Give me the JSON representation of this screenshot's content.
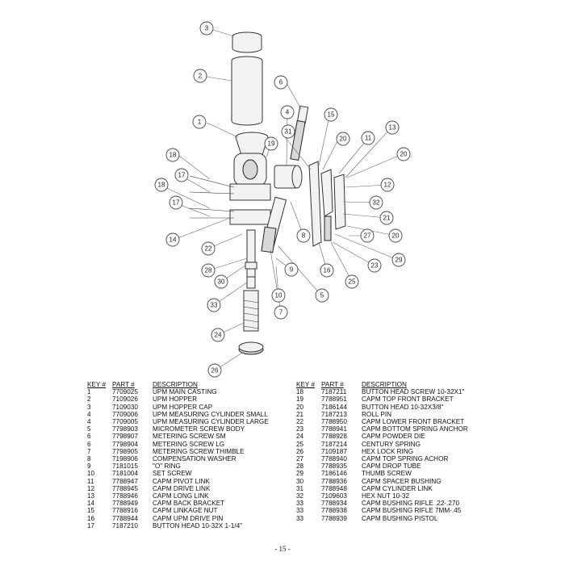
{
  "table_headers": {
    "key": "KEY #",
    "part": "PART #",
    "description": "DESCRIPTION"
  },
  "parts_left": [
    {
      "key": "1",
      "part": "7709025",
      "description": "UPM MAIN CASTING"
    },
    {
      "key": "2",
      "part": "7109026",
      "description": "UPM HOPPER"
    },
    {
      "key": "3",
      "part": "7109030",
      "description": "UPM HOPPER CAP"
    },
    {
      "key": "4",
      "part": "7709006",
      "description": "UPM MEASURING CYLINDER SMALL"
    },
    {
      "key": "4",
      "part": "7709005",
      "description": "UPM MEASURING CYLINDER LARGE"
    },
    {
      "key": "5",
      "part": "7798903",
      "description": "MICROMETER SCREW BODY"
    },
    {
      "key": "6",
      "part": "7798907",
      "description": "METERING SCREW SM"
    },
    {
      "key": "6",
      "part": "7798904",
      "description": "METERING SCREW LG"
    },
    {
      "key": "7",
      "part": "7798905",
      "description": "METERING SCREW THIMBLE"
    },
    {
      "key": "8",
      "part": "7198906",
      "description": "COMPENSATION WASHER"
    },
    {
      "key": "9",
      "part": "7181015",
      "description": "\"O\" RING"
    },
    {
      "key": "10",
      "part": "7181004",
      "description": "SET SCREW"
    },
    {
      "key": "11",
      "part": "7788947",
      "description": "CAPM PIVOT LINK"
    },
    {
      "key": "12",
      "part": "7788945",
      "description": "CAPM DRIVE LINK"
    },
    {
      "key": "13",
      "part": "7788946",
      "description": "CAPM LONG LINK"
    },
    {
      "key": "14",
      "part": "7788949",
      "description": "CAPM BACK BRACKET"
    },
    {
      "key": "15",
      "part": "7788916",
      "description": "CAPM LINKAGE NUT"
    },
    {
      "key": "16",
      "part": "7788944",
      "description": "CAPM UPM DRIVE PIN"
    },
    {
      "key": "17",
      "part": "7187210",
      "description": "BUTTON HEAD 10-32X 1-1/4\""
    }
  ],
  "parts_right": [
    {
      "key": "18",
      "part": "7187211",
      "description": "BUTTON HEAD SCREW 10-32X1\""
    },
    {
      "key": "19",
      "part": "7788951",
      "description": "CAPM TOP FRONT BRACKET"
    },
    {
      "key": "20",
      "part": "7186144",
      "description": "BUTTON HEAD 10-32X3/8\""
    },
    {
      "key": "21",
      "part": "7187213",
      "description": "ROLL PIN"
    },
    {
      "key": "22",
      "part": "7788950",
      "description": "CAPM LOWER FRONT BRACKET"
    },
    {
      "key": "23",
      "part": "7788941",
      "description": "CAPM BOTTOM SPRING ANCHOR"
    },
    {
      "key": "24",
      "part": "7788928",
      "description": "CAPM POWDER DIE"
    },
    {
      "key": "25",
      "part": "7187214",
      "description": "CENTURY SPRING"
    },
    {
      "key": "26",
      "part": "7109187",
      "description": "HEX LOCK RING"
    },
    {
      "key": "27",
      "part": "7788940",
      "description": "CAPM TOP SPRING ACHOR"
    },
    {
      "key": "28",
      "part": "7788935",
      "description": "CAPM DROP TUBE"
    },
    {
      "key": "29",
      "part": "7186146",
      "description": "THUMB SCREW"
    },
    {
      "key": "30",
      "part": "7788936",
      "description": "CAPM SPACER BUSHING"
    },
    {
      "key": "31",
      "part": "7788948",
      "description": "CAPM CYLINDER LINK"
    },
    {
      "key": "32",
      "part": "7109603",
      "description": "HEX NUT 10-32"
    },
    {
      "key": "33",
      "part": "7788934",
      "description": "CAPM BUSHING RIFLE .22-.270"
    },
    {
      "key": "33",
      "part": "7788938",
      "description": "CAPM BUSHING RIFLE 7MM-.45"
    },
    {
      "key": "33",
      "part": "7788939",
      "description": "CAPM BUSHING PISTOL"
    }
  ],
  "callouts": [
    "3",
    "2",
    "1",
    "6",
    "4",
    "31",
    "15",
    "20",
    "11",
    "13",
    "19",
    "18",
    "17",
    "18",
    "17",
    "20",
    "12",
    "32",
    "21",
    "20",
    "27",
    "29",
    "14",
    "22",
    "28",
    "8",
    "9",
    "16",
    "23",
    "25",
    "5",
    "30",
    "10",
    "33",
    "7",
    "24",
    "26"
  ],
  "page_number": "- 15 -"
}
